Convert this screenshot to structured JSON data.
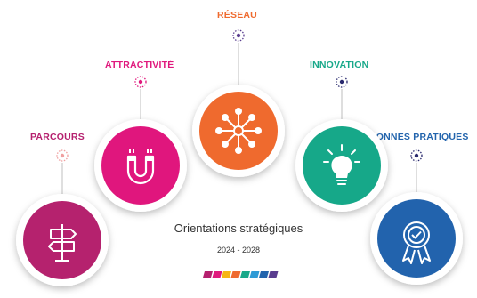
{
  "pillars": [
    {
      "id": "parcours",
      "label": "PARCOURS",
      "color": "#b5206e",
      "icon": "signpost-icon"
    },
    {
      "id": "attractivite",
      "label": "ATTRACTIVITÉ",
      "color": "#e0197d",
      "icon": "magnet-icon"
    },
    {
      "id": "reseau",
      "label": "RÉSEAU",
      "color": "#ef6a2e",
      "icon": "network-icon"
    },
    {
      "id": "innovation",
      "label": "INNOVATION",
      "color": "#17a889",
      "icon": "lightbulb-icon"
    },
    {
      "id": "bonnes_pratiques",
      "label": "BONNES PRATIQUES",
      "color": "#2264ad",
      "icon": "award-ribbon-icon"
    }
  ],
  "center": {
    "title": "Orientations stratégiques",
    "years": "2024 - 2028"
  },
  "palette_strip": [
    "#b5206e",
    "#e0197d",
    "#f7b614",
    "#ef6a2e",
    "#17a889",
    "#2e9ad6",
    "#2264ad",
    "#5a3d8f"
  ]
}
